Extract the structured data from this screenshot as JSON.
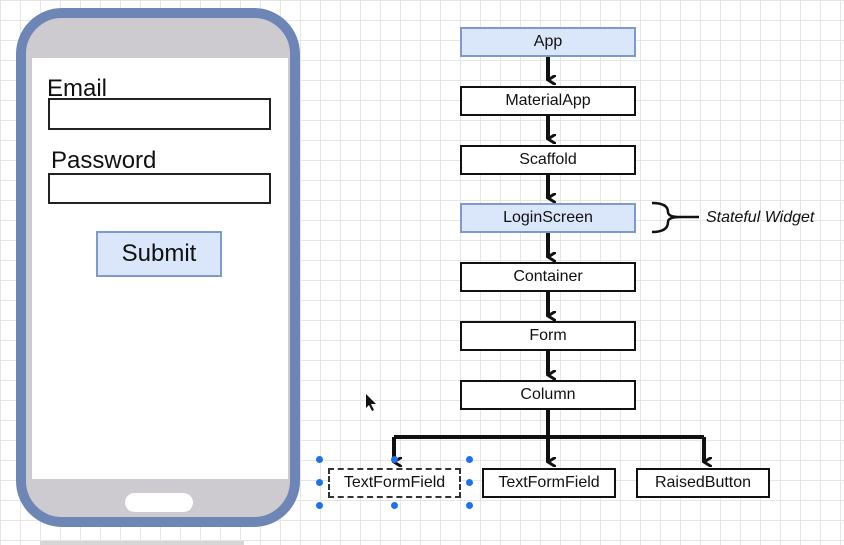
{
  "phone": {
    "email_label": "Email",
    "password_label": "Password",
    "submit_label": "Submit"
  },
  "tree": {
    "nodes": {
      "app": "App",
      "material_app": "MaterialApp",
      "scaffold": "Scaffold",
      "login_screen": "LoginScreen",
      "container": "Container",
      "form": "Form",
      "column": "Column",
      "text_form_field_1": "TextFormField",
      "text_form_field_2": "TextFormField",
      "raised_button": "RaisedButton"
    },
    "annotation": "Stateful Widget"
  },
  "colors": {
    "phone_frame": "#6d86b6",
    "highlight_fill": "#dae6fa",
    "highlight_border": "#7d9acb",
    "selection_handle": "#1e72e8"
  }
}
